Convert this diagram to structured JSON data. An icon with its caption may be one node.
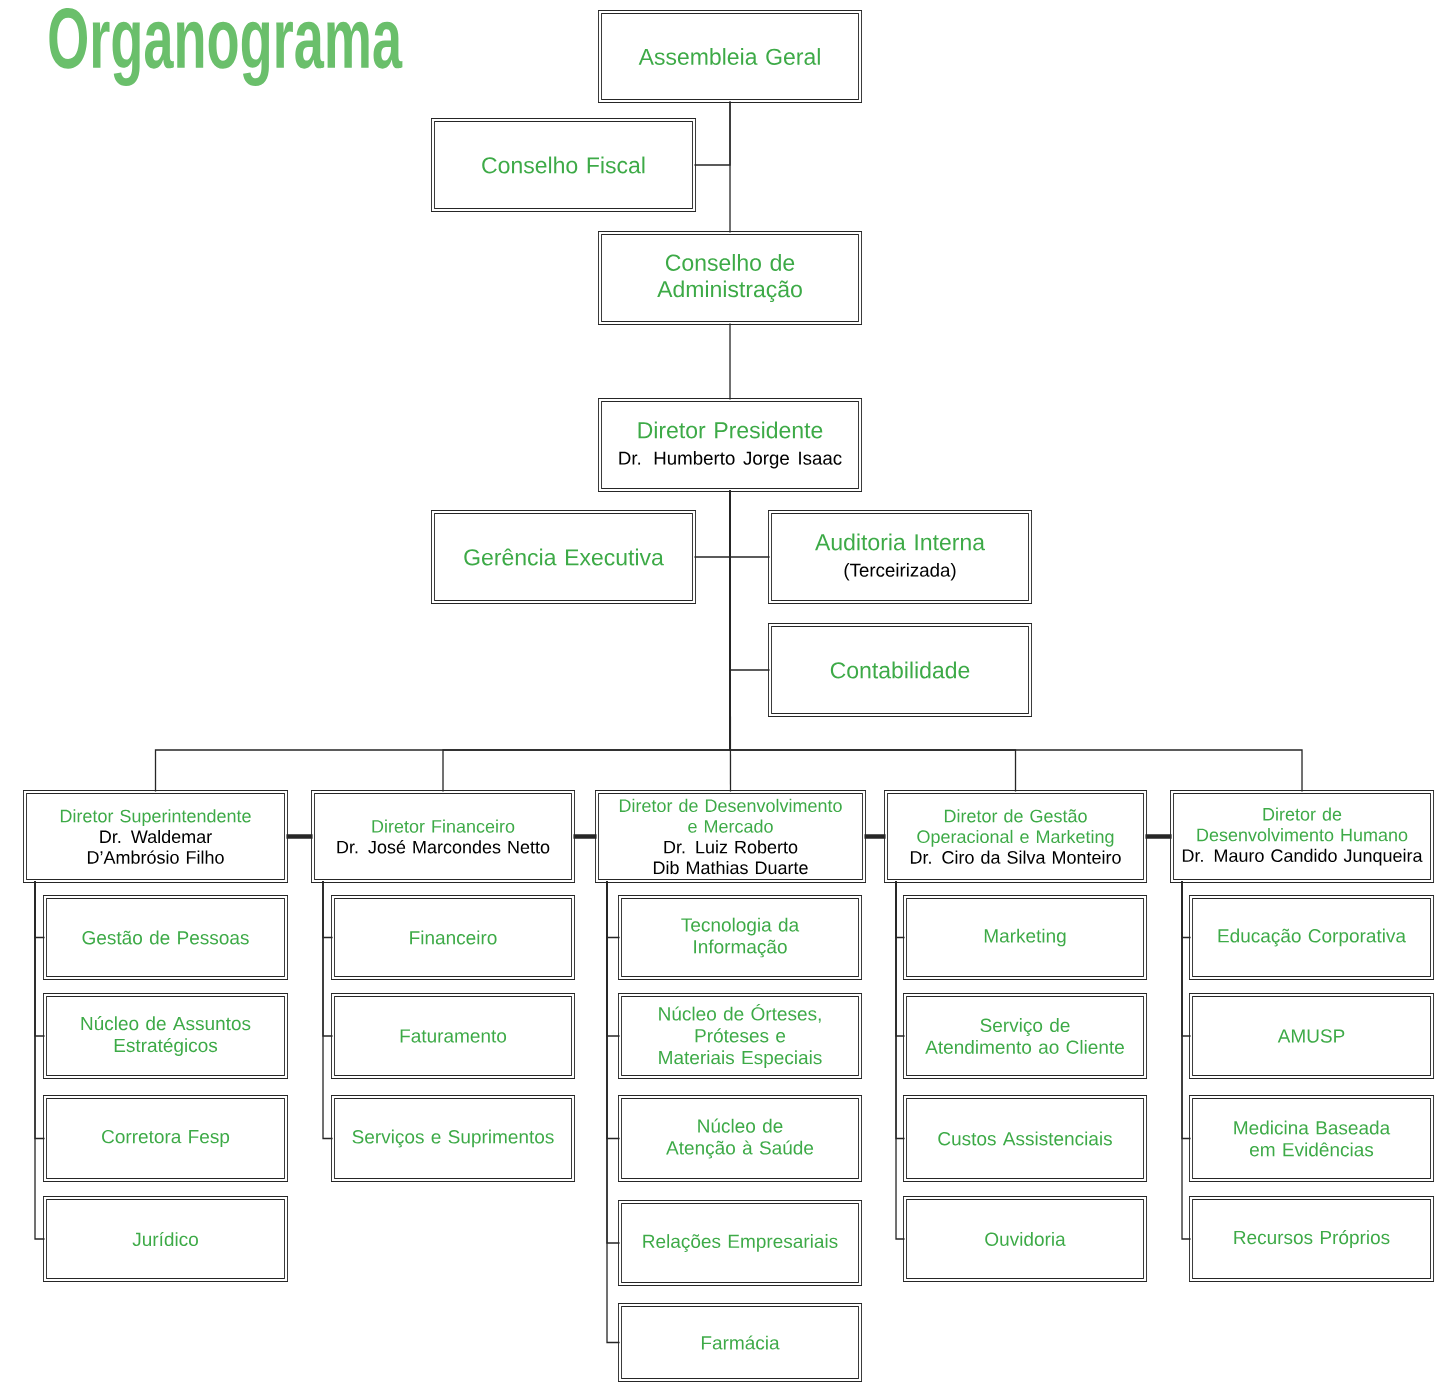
{
  "diagram": {
    "title": "Organograma",
    "nodes": [
      {
        "text": [
          "Assembleia Geral"
        ]
      },
      {
        "text": [
          "Conselho Fiscal"
        ]
      },
      {
        "text": [
          "Conselho de Administração"
        ]
      },
      {
        "text": [
          "Diretor Presidente",
          "Dr. Humberto Jorge Isaac"
        ]
      },
      {
        "text": [
          "Gerência Executiva"
        ]
      },
      {
        "text": [
          "Auditoria Interna",
          "(Terceirizada)"
        ]
      },
      {
        "text": [
          "Contabilidade"
        ]
      },
      {
        "text": [
          "Diretor Superintendente",
          "Dr. Waldemar D’Ambrósio Filho"
        ]
      },
      {
        "text": [
          "Diretor Financeiro",
          "Dr. José Marcondes Netto"
        ]
      },
      {
        "text": [
          "Diretor de Desenvolvimento e Mercado",
          "Dr. Luiz Roberto Dib Mathias Duarte"
        ]
      },
      {
        "text": [
          "Diretor de Gestão Operacional e Marketing",
          "Dr. Ciro da Silva Monteiro"
        ]
      },
      {
        "text": [
          "Diretor de Desenvolvimento Humano",
          "Dr. Mauro Candido Junqueira"
        ]
      },
      {
        "text": [
          "Gestão de Pessoas"
        ]
      },
      {
        "text": [
          "Núcleo de Assuntos Estratégicos"
        ]
      },
      {
        "text": [
          "Corretora Fesp"
        ]
      },
      {
        "text": [
          "Jurídico"
        ]
      },
      {
        "text": [
          "Financeiro"
        ]
      },
      {
        "text": [
          "Faturamento"
        ]
      },
      {
        "text": [
          "Serviços e Suprimentos"
        ]
      },
      {
        "text": [
          "Tecnologia da Informação"
        ]
      },
      {
        "text": [
          "Núcleo de Órteses, Próteses e Materiais Especiais"
        ]
      },
      {
        "text": [
          "Núcleo de Atenção à Saúde"
        ]
      },
      {
        "text": [
          "Relações Empresariais"
        ]
      },
      {
        "text": [
          "Farmácia"
        ]
      },
      {
        "text": [
          "Marketing"
        ]
      },
      {
        "text": [
          "Serviço de Atendimento ao Cliente"
        ]
      },
      {
        "text": [
          "Custos Assistenciais"
        ]
      },
      {
        "text": [
          "Ouvidoria"
        ]
      },
      {
        "text": [
          "Educação Corporativa"
        ]
      },
      {
        "text": [
          "AMUSP"
        ]
      },
      {
        "text": [
          "Medicina Baseada em Evidências"
        ]
      },
      {
        "text": [
          "Recursos Próprios"
        ]
      }
    ],
    "edges": [
      {
        "from": 0,
        "to": 1,
        "arrow": "none"
      },
      {
        "from": 0,
        "to": 2,
        "arrow": "none"
      },
      {
        "from": 2,
        "to": 3,
        "arrow": "none"
      },
      {
        "from": 3,
        "to": 4,
        "arrow": "none"
      },
      {
        "from": 3,
        "to": 5,
        "arrow": "none"
      },
      {
        "from": 3,
        "to": 6,
        "arrow": "none"
      },
      {
        "from": 3,
        "to": 7,
        "arrow": "none"
      },
      {
        "from": 3,
        "to": 8,
        "arrow": "none"
      },
      {
        "from": 3,
        "to": 9,
        "arrow": "none"
      },
      {
        "from": 3,
        "to": 10,
        "arrow": "none"
      },
      {
        "from": 3,
        "to": 11,
        "arrow": "none"
      },
      {
        "from": 7,
        "to": 8,
        "arrow": "none",
        "style": "thick"
      },
      {
        "from": 8,
        "to": 9,
        "arrow": "none",
        "style": "thick"
      },
      {
        "from": 9,
        "to": 10,
        "arrow": "none",
        "style": "thick"
      },
      {
        "from": 10,
        "to": 11,
        "arrow": "none",
        "style": "thick"
      },
      {
        "from": 7,
        "to": 12,
        "arrow": "none"
      },
      {
        "from": 7,
        "to": 13,
        "arrow": "none"
      },
      {
        "from": 7,
        "to": 14,
        "arrow": "none"
      },
      {
        "from": 7,
        "to": 15,
        "arrow": "none"
      },
      {
        "from": 8,
        "to": 16,
        "arrow": "none"
      },
      {
        "from": 8,
        "to": 17,
        "arrow": "none"
      },
      {
        "from": 8,
        "to": 18,
        "arrow": "none"
      },
      {
        "from": 9,
        "to": 19,
        "arrow": "none"
      },
      {
        "from": 9,
        "to": 20,
        "arrow": "none"
      },
      {
        "from": 9,
        "to": 21,
        "arrow": "none"
      },
      {
        "from": 9,
        "to": 22,
        "arrow": "none"
      },
      {
        "from": 9,
        "to": 23,
        "arrow": "none"
      },
      {
        "from": 10,
        "to": 24,
        "arrow": "none"
      },
      {
        "from": 10,
        "to": 25,
        "arrow": "none"
      },
      {
        "from": 10,
        "to": 26,
        "arrow": "none"
      },
      {
        "from": 10,
        "to": 27,
        "arrow": "none"
      },
      {
        "from": 11,
        "to": 28,
        "arrow": "none"
      },
      {
        "from": 11,
        "to": 29,
        "arrow": "none"
      },
      {
        "from": 11,
        "to": 30,
        "arrow": "none"
      },
      {
        "from": 11,
        "to": 31,
        "arrow": "none"
      }
    ]
  }
}
